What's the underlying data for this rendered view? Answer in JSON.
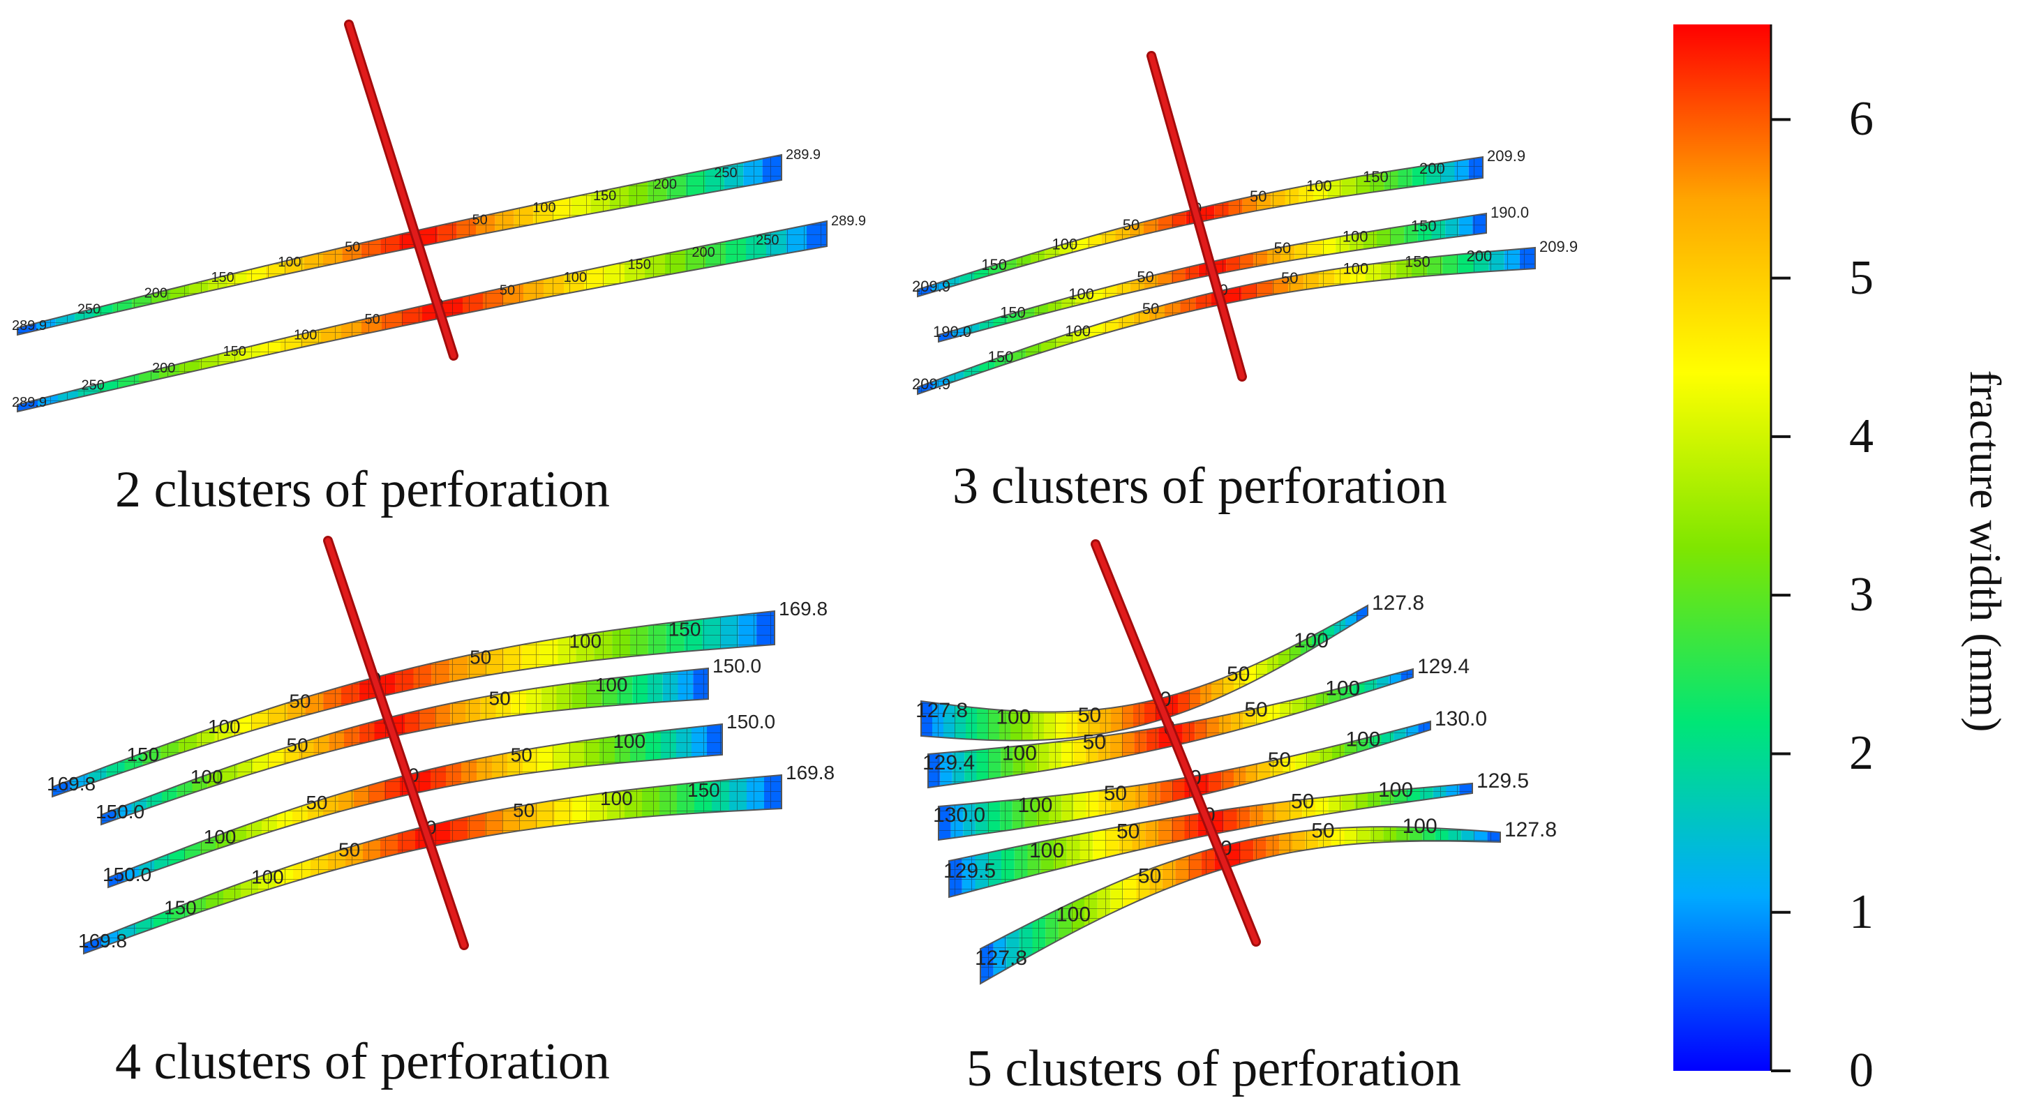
{
  "panels": [
    {
      "caption": "2 clusters of perforation",
      "fractures": [
        {
          "labels": [
            "289.9",
            "250",
            "200",
            "150",
            "100",
            "50",
            "0",
            "50",
            "100",
            "150",
            "200",
            "250",
            "289.9"
          ]
        },
        {
          "labels": [
            "289.9",
            "250",
            "200",
            "150",
            "100",
            "50",
            "0",
            "50",
            "100",
            "150",
            "200",
            "250",
            "289.9"
          ]
        }
      ]
    },
    {
      "caption": "3 clusters of perforation",
      "fractures": [
        {
          "labels": [
            "209.9",
            "150",
            "100",
            "50",
            "0",
            "50",
            "100",
            "150",
            "200",
            "209.9"
          ]
        },
        {
          "labels": [
            "190.0",
            "150",
            "100",
            "50",
            "0",
            "50",
            "100",
            "150",
            "190.0"
          ]
        },
        {
          "labels": [
            "209.9",
            "150",
            "100",
            "50",
            "0",
            "50",
            "100",
            "150",
            "200",
            "209.9"
          ]
        }
      ]
    },
    {
      "caption": "4 clusters of perforation",
      "fractures": [
        {
          "labels": [
            "169.8",
            "150",
            "100",
            "50",
            "0",
            "50",
            "100",
            "150",
            "169.8"
          ]
        },
        {
          "labels": [
            "150.0",
            "100",
            "50",
            "0",
            "50",
            "100",
            "150.0"
          ]
        },
        {
          "labels": [
            "150.0",
            "100",
            "50",
            "0",
            "50",
            "100",
            "150.0"
          ]
        },
        {
          "labels": [
            "169.8",
            "150",
            "100",
            "50",
            "0",
            "50",
            "100",
            "150",
            "169.8"
          ]
        }
      ]
    },
    {
      "caption": "5 clusters of perforation",
      "fractures": [
        {
          "labels": [
            "127.8",
            "100",
            "50",
            "0",
            "50",
            "100",
            "127.8"
          ]
        },
        {
          "labels": [
            "129.4",
            "100",
            "50",
            "0",
            "50",
            "100",
            "129.4"
          ]
        },
        {
          "labels": [
            "130.0",
            "100",
            "50",
            "0",
            "50",
            "100",
            "130.0"
          ]
        },
        {
          "labels": [
            "129.5",
            "100",
            "50",
            "0",
            "50",
            "100",
            "129.5"
          ]
        },
        {
          "labels": [
            "127.8",
            "100",
            "50",
            "0",
            "50",
            "100",
            "127.8"
          ]
        }
      ]
    }
  ],
  "colorbar": {
    "title": "fracture width (mm)",
    "ticks": [
      "0",
      "1",
      "2",
      "3",
      "4",
      "5",
      "6"
    ],
    "range": [
      0,
      6.6
    ],
    "colors": [
      "#0000ff",
      "#00aaff",
      "#00e676",
      "#7fe600",
      "#ffff00",
      "#ffa500",
      "#ff0000"
    ]
  },
  "colors": {
    "wellbore": "#e11b1b",
    "wellbore_dark": "#a30c0c",
    "mesh": "#222222"
  }
}
